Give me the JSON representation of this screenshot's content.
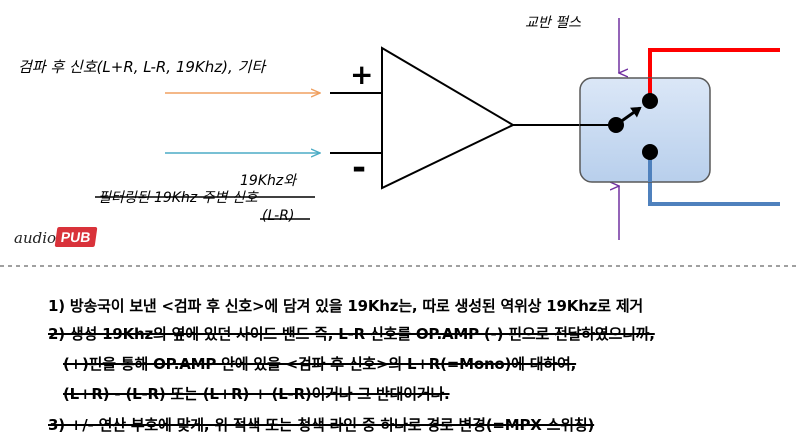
{
  "diagram": {
    "switch_pulse_label": "교반 펄스",
    "input_top_label": "검파 후 신호(L+R, L-R, 19Khz), 기타",
    "plus_sign": "+",
    "minus_sign": "-",
    "input_bottom_line1": "19Khz와",
    "input_bottom_line2": "필터링된 19Khz 주변 신호",
    "input_bottom_line3": "(L-R)"
  },
  "logo": {
    "prefix": "audio",
    "badge": "PUB"
  },
  "notes": [
    "1) 방송국이 보낸 <검파 후 신호>에 담겨 있을 19Khz는, 따로 생성된 역위상 19Khz로 제거",
    "2) 생성 19Khz의 옆에 있던 사이드 밴드 즉, L-R 신호를 OP.AMP (-) 핀으로 전달하였으니까,",
    "(+)핀을 통해 OP.AMP 안에 있을 <검파 후 신호>의 L+R(=Mono)에 대하여,",
    "(L+R) - (L-R) 또는 (L+R) + (L-R)이거나 그 반대이거나.",
    "3) +/- 연산 부호에 맞게, 위 적색 또는 청색 라인 중 하나로 경로 변경(=MPX 스위칭)"
  ],
  "colors": {
    "input_top_arrow": "#f0a060",
    "input_bottom_arrow": "#4bacc6",
    "pulse_arrow": "#7030a0",
    "output_red": "#ff0000",
    "output_blue": "#4f81bd",
    "switch_box": "#c6d9f1",
    "divider": "#808080"
  }
}
